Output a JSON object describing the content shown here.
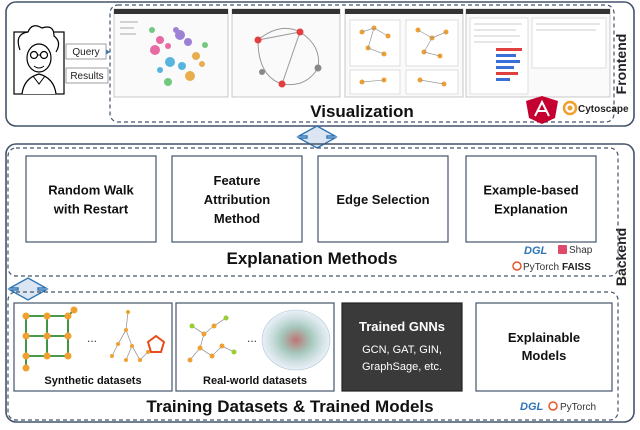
{
  "frontend": {
    "side_label": "Frontend",
    "query_label": "Query",
    "results_label": "Results",
    "section_title": "Visualization",
    "tech": [
      "Cytoscape"
    ]
  },
  "backend": {
    "side_label": "Backend",
    "methods_title": "Explanation Methods",
    "methods": [
      {
        "lines": [
          "Random Walk",
          "with Restart"
        ]
      },
      {
        "lines": [
          "Feature",
          "Attribution",
          "Method"
        ]
      },
      {
        "lines": [
          "Edge Selection"
        ]
      },
      {
        "lines": [
          "Example-based",
          "Explanation"
        ]
      }
    ],
    "methods_tech": {
      "dgl": "DGL",
      "shap": "Shap",
      "pytorch": "PyTorch",
      "faiss": "FAISS"
    },
    "datasets_title": "Training Datasets & Trained Models",
    "synthetic_label": "Synthetic datasets",
    "realworld_label": "Real-world datasets",
    "ellipsis": "...",
    "trained": {
      "title": "Trained GNNs",
      "lines": [
        "GCN, GAT, GIN,",
        "GraphSage, etc."
      ]
    },
    "explainable": {
      "lines": [
        "Explainable",
        "Models"
      ]
    },
    "datasets_tech": {
      "dgl": "DGL",
      "pytorch": "PyTorch"
    }
  },
  "colors": {
    "frame": "#44546a",
    "arrow_fill": "#dce6f2",
    "arrow_stroke": "#2e75b6",
    "trained_fill": "#3a3a3a",
    "graph_green": "#9acd32",
    "graph_orange": "#f0a030",
    "pentagon_red": "#e84a1a",
    "angular_red": "#c3002f"
  }
}
